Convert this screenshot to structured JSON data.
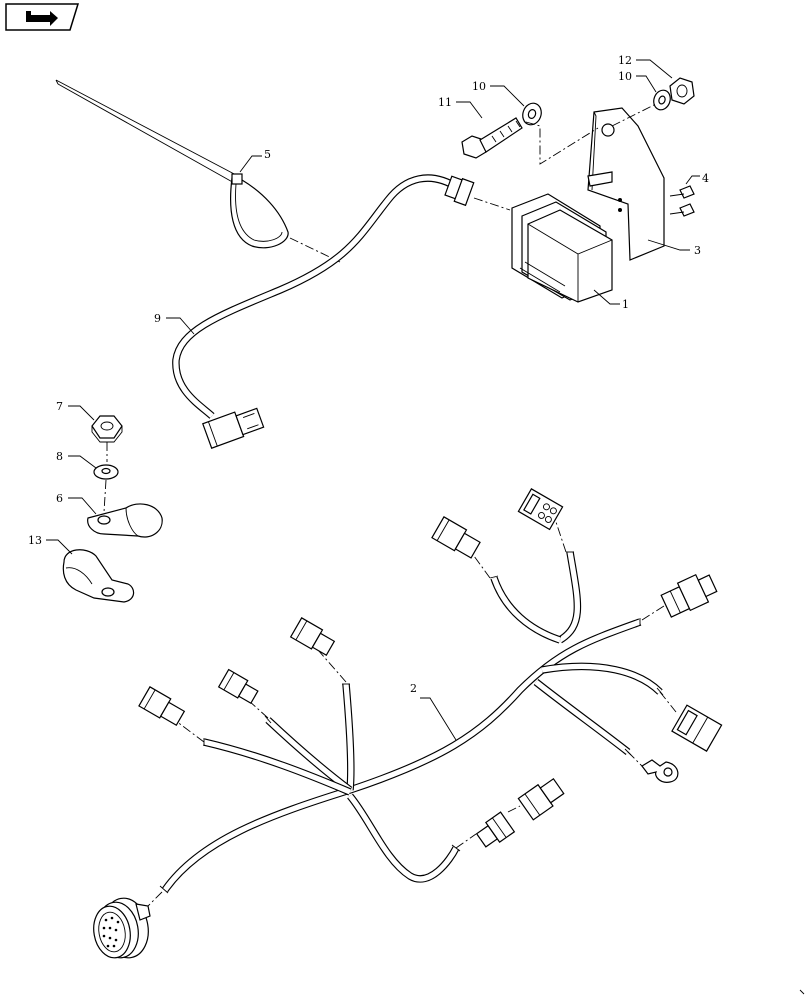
{
  "toolbar": {
    "back_icon": "arrow-return-icon"
  },
  "callouts": {
    "c1": "1",
    "c2": "2",
    "c3": "3",
    "c4": "4",
    "c5": "5",
    "c6": "6",
    "c7": "7",
    "c8": "8",
    "c9": "9",
    "c10a": "10",
    "c10b": "10",
    "c11": "11",
    "c12": "12",
    "c13": "13"
  }
}
